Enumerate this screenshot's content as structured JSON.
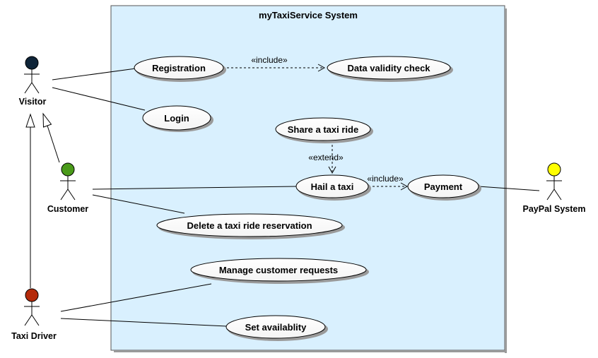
{
  "system": {
    "title": "myTaxiService System",
    "fill": "#d9f0fe"
  },
  "actors": {
    "visitor": {
      "label": "Visitor",
      "color": "#0f2438"
    },
    "customer": {
      "label": "Customer",
      "color": "#4a9a1a"
    },
    "taxi_driver": {
      "label": "Taxi Driver",
      "color": "#b52a0a"
    },
    "paypal": {
      "label": "PayPal System",
      "color": "#ffff00"
    }
  },
  "use_cases": {
    "registration": "Registration",
    "data_validity": "Data validity check",
    "login": "Login",
    "share_ride": "Share a taxi ride",
    "hail_taxi": "Hail a taxi",
    "payment": "Payment",
    "delete_reservation": "Delete a taxi ride reservation",
    "manage_requests": "Manage customer requests",
    "set_availability": "Set availablity"
  },
  "relations": {
    "include_1": "«include»",
    "include_2": "«include»",
    "extend_1": "«extend»"
  }
}
